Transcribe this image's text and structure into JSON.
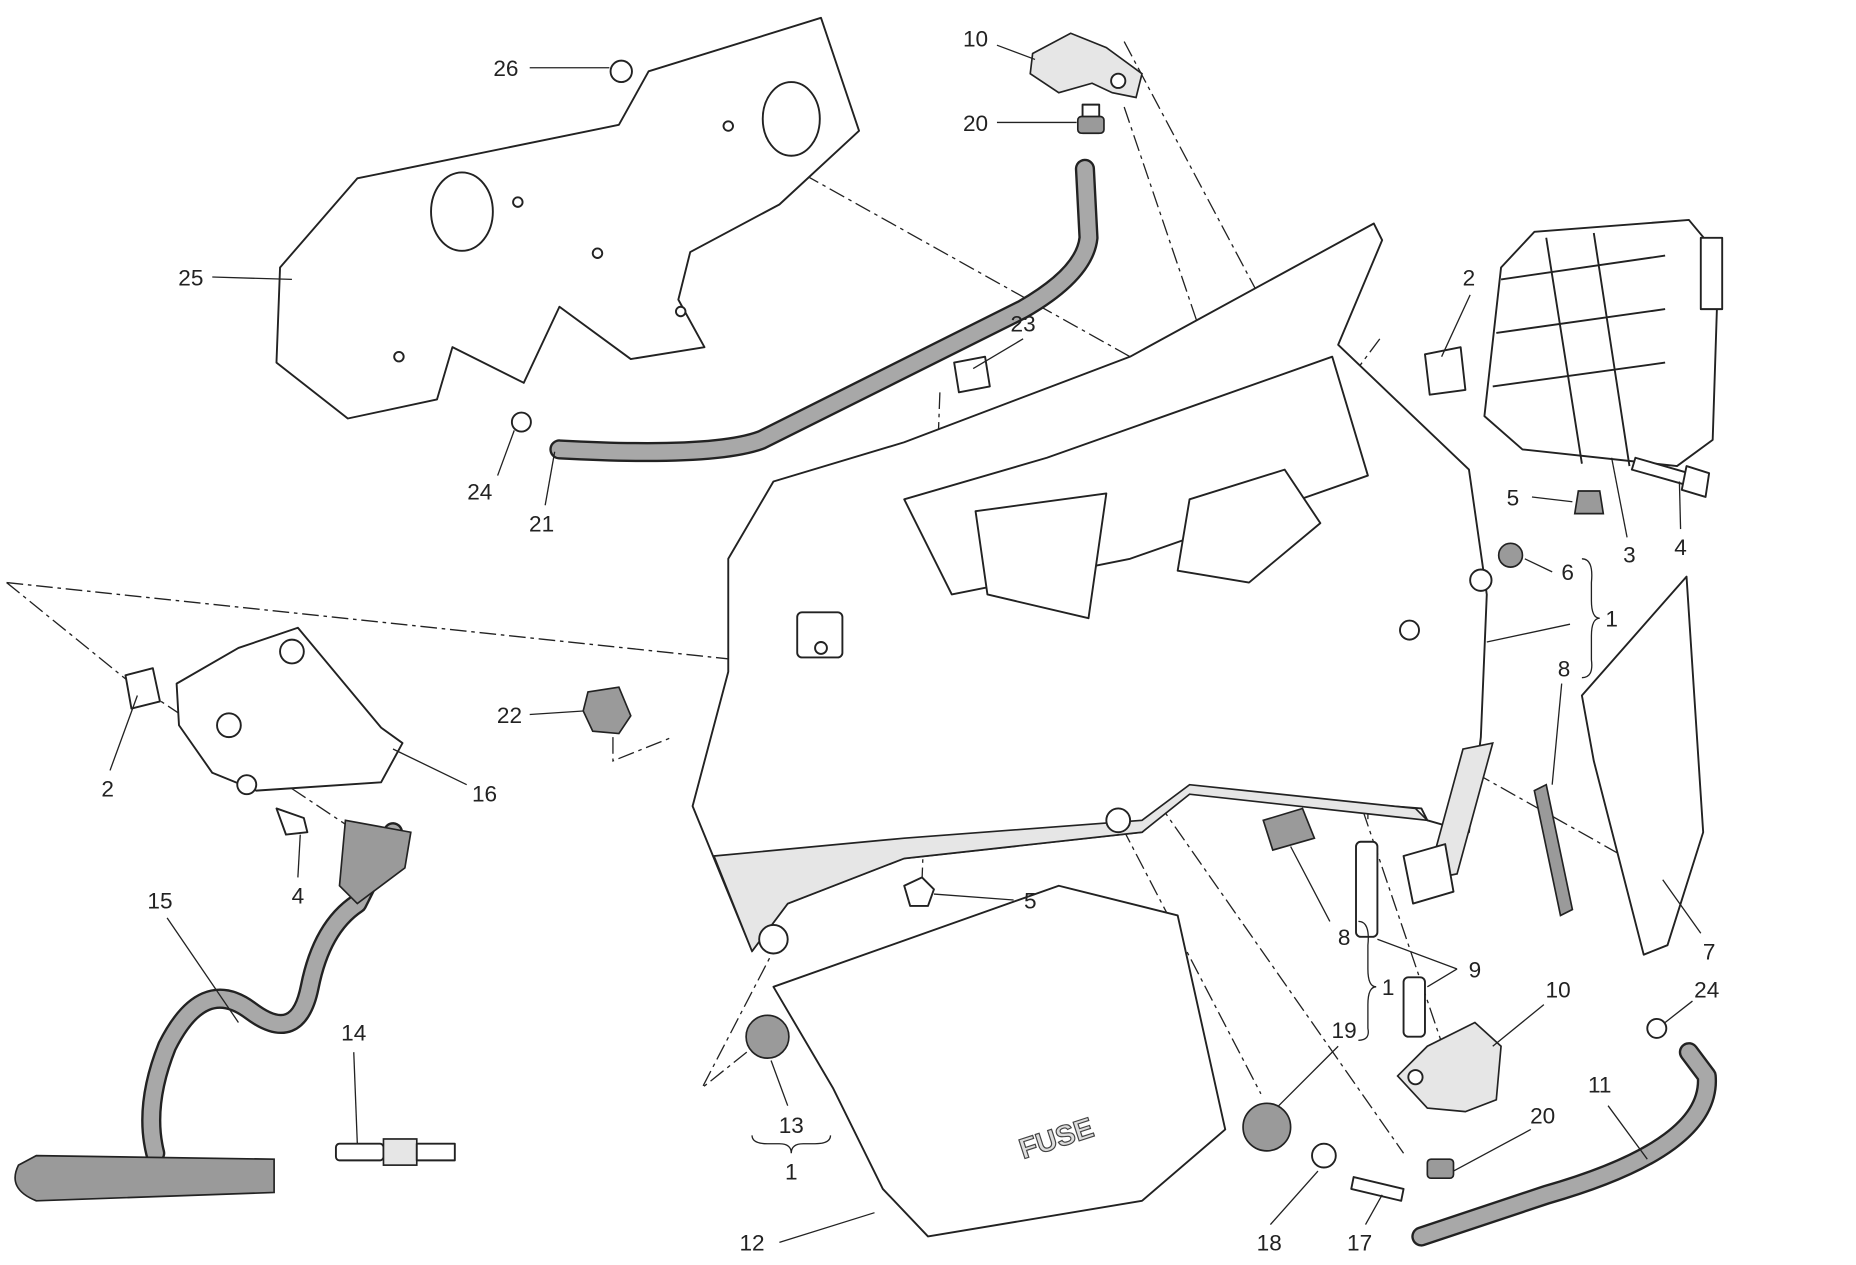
{
  "diagram": {
    "type": "exploded-parts-diagram",
    "embossed_text": "FUSE",
    "callouts": [
      "26",
      "10",
      "20",
      "25",
      "23",
      "24",
      "21",
      "2",
      "5",
      "3",
      "4",
      "6",
      "1",
      "8",
      "22",
      "2",
      "16",
      "4",
      "15",
      "5",
      "7",
      "8",
      "9",
      "1",
      "10",
      "24",
      "19",
      "14",
      "13",
      "1",
      "20",
      "11",
      "12",
      "18",
      "17"
    ]
  }
}
